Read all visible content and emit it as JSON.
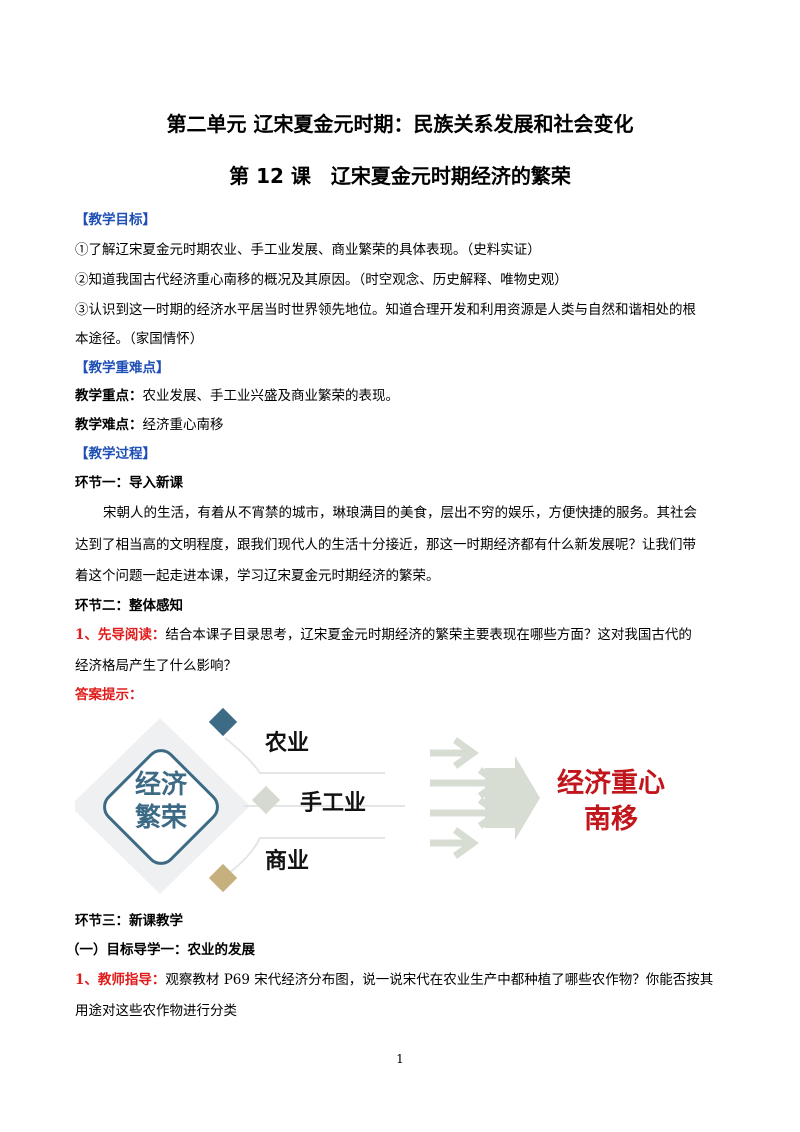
{
  "header": {
    "unit_title": "第二单元 辽宋夏金元时期：民族关系发展和社会变化",
    "lesson_title": "第 12 课　辽宋夏金元时期经济的繁荣"
  },
  "goals": {
    "heading": "【教学目标】",
    "items": [
      "①了解辽宋夏金元时期农业、手工业发展、商业繁荣的具体表现。（史料实证）",
      "②知道我国古代经济重心南移的概况及其原因。（时空观念、历史解释、唯物史观）",
      "③认识到这一时期的经济水平居当时世界领先地位。知道合理开发和利用资源是人类与自然和谐相处的根",
      "本途径。（家国情怀）"
    ]
  },
  "keypoints": {
    "heading": "【教学重难点】",
    "focus_label": "教学重点：",
    "focus_text": "农业发展、手工业兴盛及商业繁荣的表现。",
    "difficulty_label": "教学难点：",
    "difficulty_text": "经济重心南移"
  },
  "process": {
    "heading": "【教学过程】",
    "step1_title": "环节一：导入新课",
    "step1_lines": [
      "宋朝人的生活，有着从不宵禁的城市，琳琅满目的美食，层出不穷的娱乐，方便快捷的服务。其社会",
      "达到了相当高的文明程度，跟我们现代人的生活十分接近，那这一时期经济都有什么新发展呢？让我们带",
      "着这个问题一起走进本课，学习辽宋夏金元时期经济的繁荣。"
    ],
    "step2_title": "环节二：整体感知",
    "preread_label": "1、先导阅读：",
    "preread_text": "结合本课子目录思考，辽宋夏金元时期经济的繁荣主要表现在哪些方面？这对我国古代的",
    "preread_text2": "经济格局产生了什么影响？",
    "answer_label": "答案提示：",
    "step3_title": "环节三：新课教学",
    "sub1_title": "（一）目标导学一：农业的发展",
    "teacher_label": "1、教师指导：",
    "teacher_text": "观察教材 P69 宋代经济分布图，说一说宋代在农业生产中都种植了哪些农作物？你能否按其",
    "teacher_text2": "用途对这些农作物进行分类"
  },
  "diagram": {
    "center_line1": "经济",
    "center_line2": "繁荣",
    "item1": "农业",
    "item2": "手工业",
    "item3": "商业",
    "result_line1": "经济重心",
    "result_line2": "南移",
    "colors": {
      "ring": "#3d6b85",
      "diamond1": "#3d6b85",
      "diamond2": "#d5d9cf",
      "diamond3": "#c6b07e",
      "arrow": "#d8ddd4",
      "result": "#c0161c"
    }
  },
  "footer": {
    "page_number": "1"
  }
}
